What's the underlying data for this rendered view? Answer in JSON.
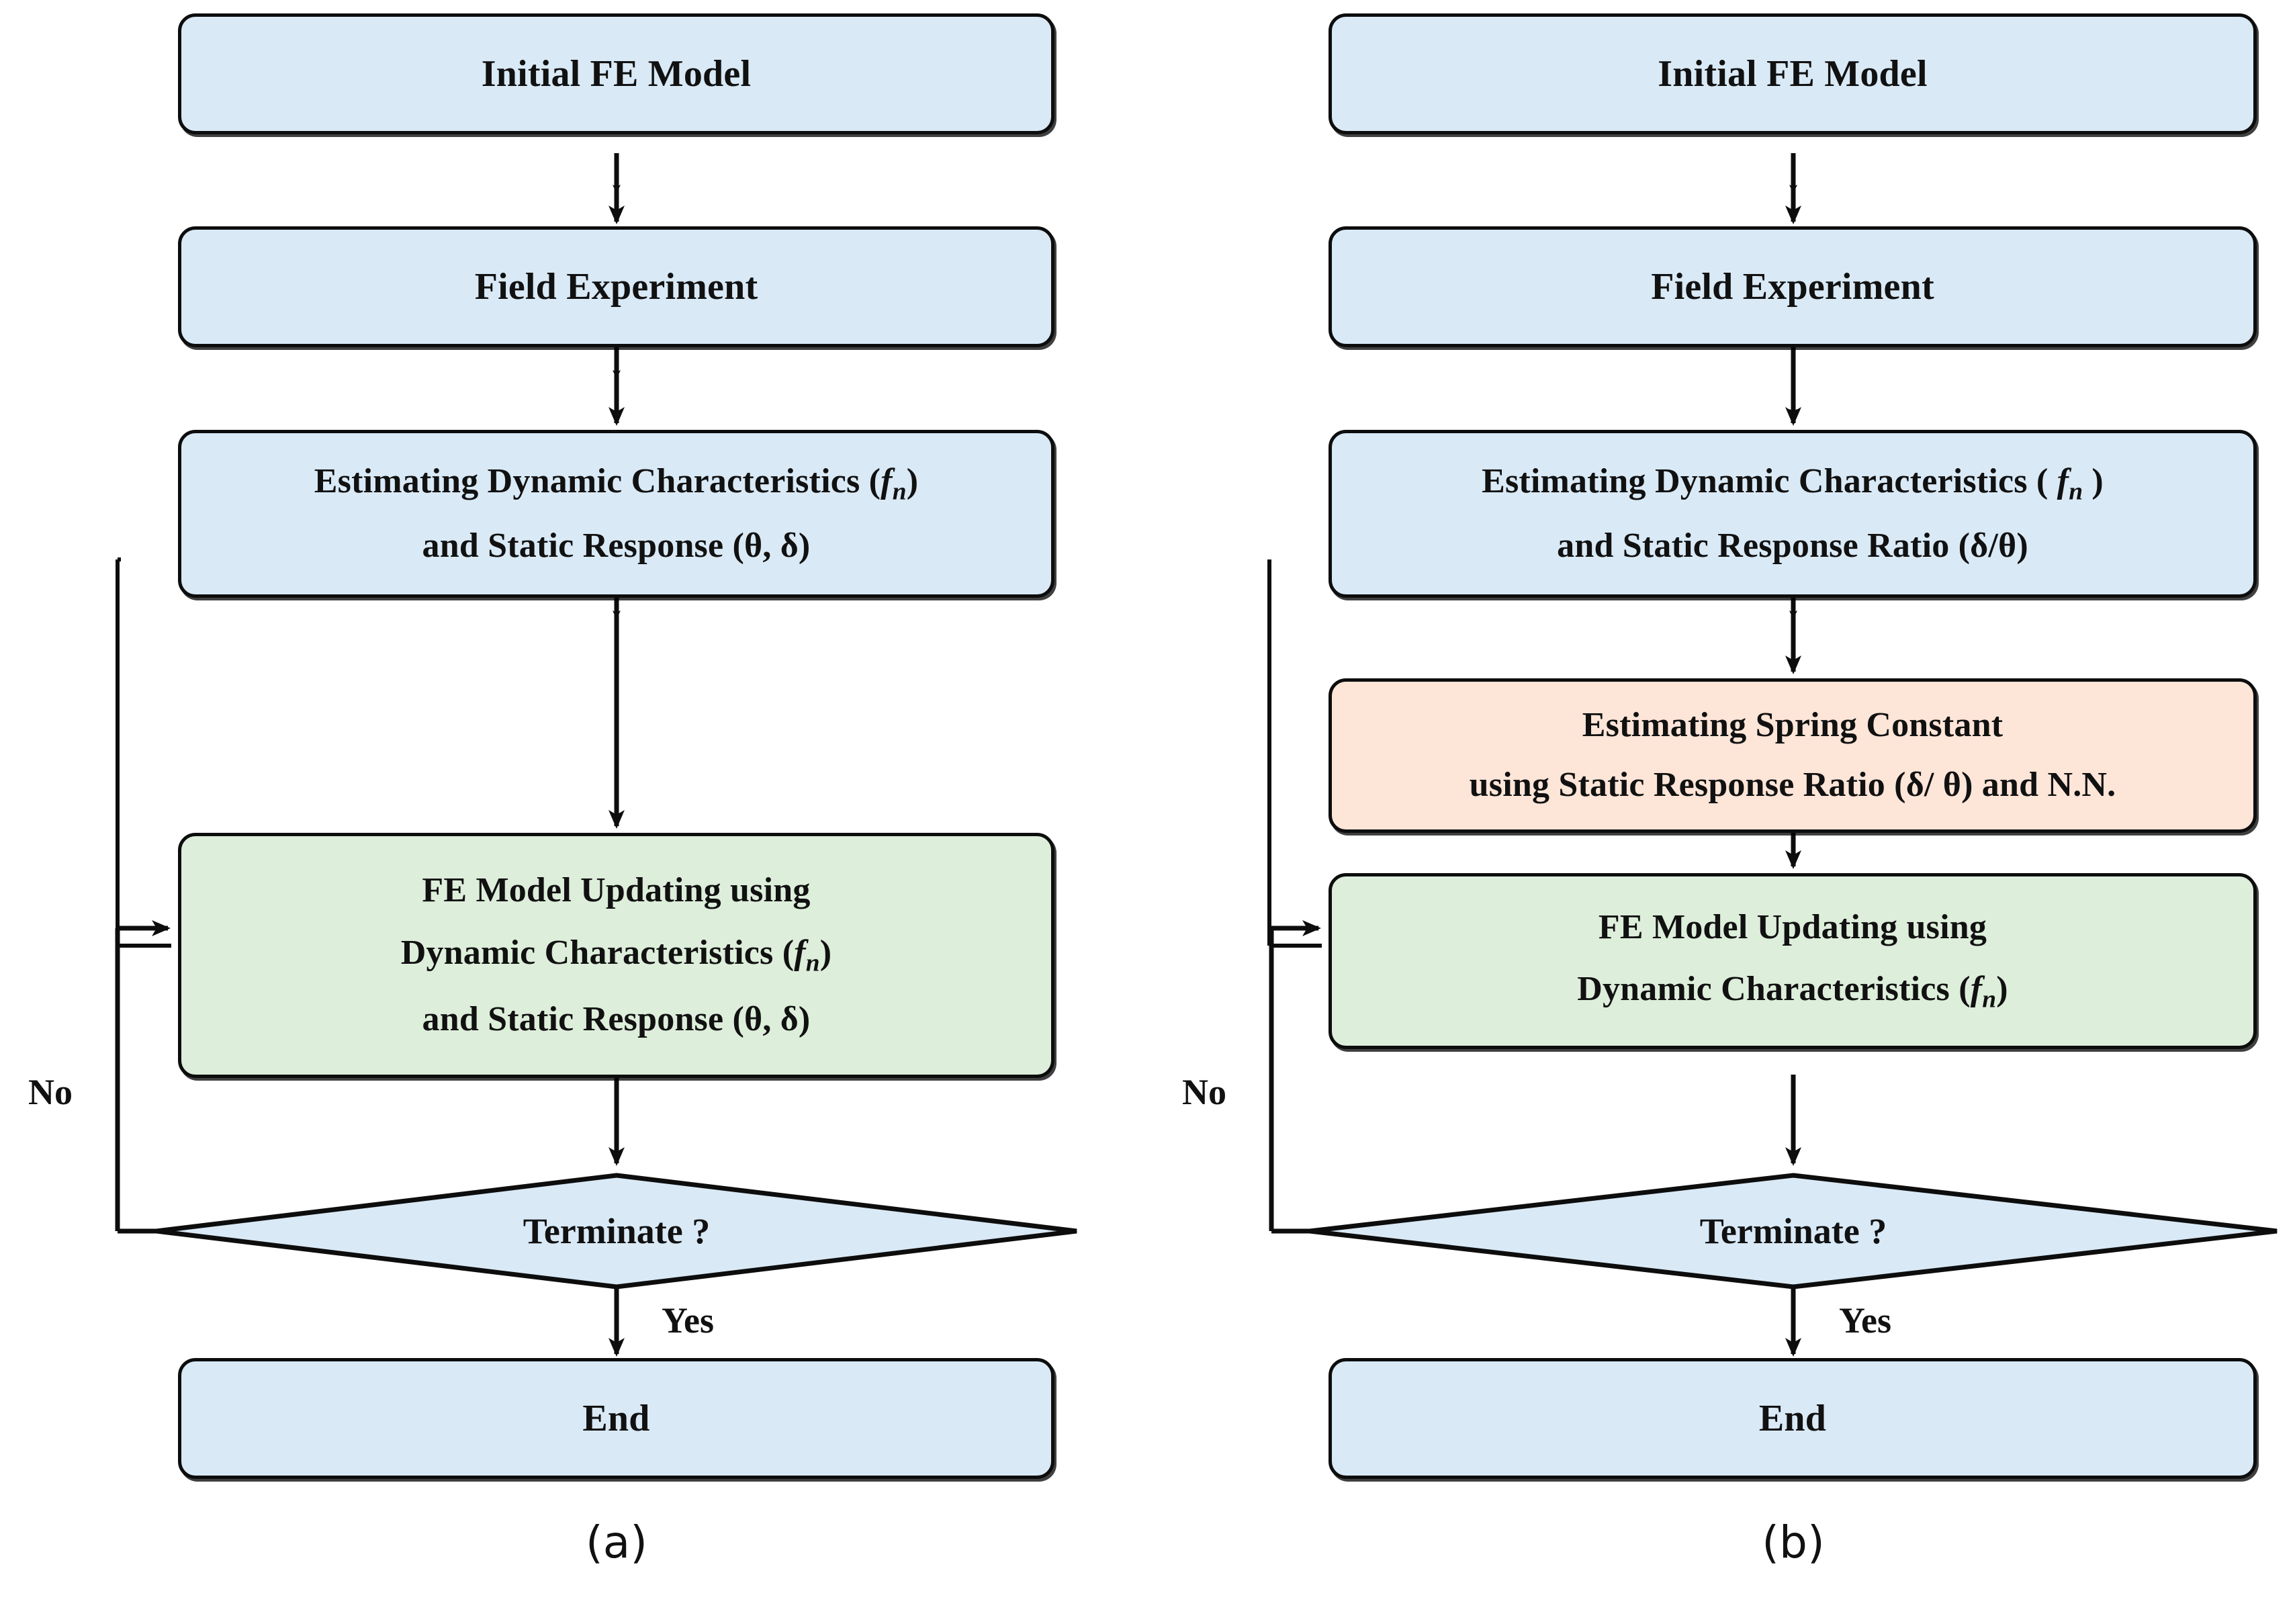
{
  "figure": {
    "type": "flowchart",
    "description": "Two side-by-side flowcharts comparing FE model updating procedures",
    "panels": [
      {
        "id": "a",
        "caption": "(a)",
        "nodes": [
          {
            "key": "initial_fe_model",
            "shape": "rounded-rect",
            "fill": "#d9e9f6",
            "lines": [
              "Initial FE Model"
            ]
          },
          {
            "key": "field_experiment",
            "shape": "rounded-rect",
            "fill": "#d9e9f6",
            "lines": [
              "Field Experiment"
            ]
          },
          {
            "key": "estimating_dynamic",
            "shape": "rounded-rect",
            "fill": "#d9e9f6",
            "lines": [
              "Estimating Dynamic Characteristics (f n)",
              "and Static Response (θ, δ)"
            ]
          },
          {
            "key": "fe_model_updating",
            "shape": "rounded-rect",
            "fill": "#ddeedb",
            "lines": [
              "FE Model Updating using",
              "Dynamic Characteristics (f n)",
              "and Static Response (θ, δ)"
            ]
          },
          {
            "key": "terminate",
            "shape": "diamond",
            "fill": "#d9e9f6",
            "lines": [
              "Terminate ?"
            ]
          },
          {
            "key": "end",
            "shape": "rounded-rect",
            "fill": "#d9e9f6",
            "lines": [
              "End"
            ]
          }
        ],
        "edge_labels": {
          "no": "No",
          "yes": "Yes"
        }
      },
      {
        "id": "b",
        "caption": "(b)",
        "nodes": [
          {
            "key": "initial_fe_model",
            "shape": "rounded-rect",
            "fill": "#d9e9f6",
            "lines": [
              "Initial FE Model"
            ]
          },
          {
            "key": "field_experiment",
            "shape": "rounded-rect",
            "fill": "#d9e9f6",
            "lines": [
              "Field Experiment"
            ]
          },
          {
            "key": "estimating_dynamic",
            "shape": "rounded-rect",
            "fill": "#d9e9f6",
            "lines": [
              "Estimating Dynamic Characteristics ( f n )",
              "and Static Response Ratio (δ/θ)"
            ]
          },
          {
            "key": "estimating_spring_constant",
            "shape": "rounded-rect",
            "fill": "#fde5d8",
            "lines": [
              "Estimating  Spring Constant",
              "using Static Response Ratio (δ/ θ) and N.N."
            ]
          },
          {
            "key": "fe_model_updating",
            "shape": "rounded-rect",
            "fill": "#ddeedb",
            "lines": [
              "FE Model Updating using",
              "Dynamic Characteristics (f n)"
            ]
          },
          {
            "key": "terminate",
            "shape": "diamond",
            "fill": "#d9e9f6",
            "lines": [
              "Terminate ?"
            ]
          },
          {
            "key": "end",
            "shape": "rounded-rect",
            "fill": "#d9e9f6",
            "lines": [
              "End"
            ]
          }
        ],
        "edge_labels": {
          "no": "No",
          "yes": "Yes"
        }
      }
    ]
  },
  "a": {
    "initial_fe_model": "Initial FE Model",
    "field_experiment": "Field Experiment",
    "estimating_l1_a": "Estimating Dynamic Characteristics (",
    "estimating_l1_f": "f",
    "estimating_l1_n": "n",
    "estimating_l1_b": ")",
    "estimating_l2": "and Static Response (θ, δ)",
    "updating_l1": "FE Model Updating using",
    "updating_l2_a": "Dynamic Characteristics (",
    "updating_l2_f": "f",
    "updating_l2_n": "n",
    "updating_l2_b": ")",
    "updating_l3": "and Static Response (θ, δ)",
    "terminate": "Terminate ?",
    "end": "End",
    "no": "No",
    "yes": "Yes",
    "caption": "(a)"
  },
  "b": {
    "initial_fe_model": "Initial FE Model",
    "field_experiment": "Field Experiment",
    "estimating_l1_a": "Estimating Dynamic Characteristics ( ",
    "estimating_l1_f": "f",
    "estimating_l1_n": "n",
    "estimating_l1_b": " )",
    "estimating_l2": "and Static Response Ratio (δ/θ)",
    "spring_l1": "Estimating  Spring Constant",
    "spring_l2": "using Static Response Ratio (δ/ θ) and N.N.",
    "updating_l1": "FE Model Updating using",
    "updating_l2_a": "Dynamic Characteristics (",
    "updating_l2_f": "f",
    "updating_l2_n": "n",
    "updating_l2_b": ")",
    "terminate": "Terminate ?",
    "end": "End",
    "no": "No",
    "yes": "Yes",
    "caption": "(b)"
  },
  "colors": {
    "blue_fill": "#d9e9f6",
    "green_fill": "#ddeedb",
    "orange_fill": "#fde5d8",
    "stroke": "#0d0d0d",
    "background": "#ffffff"
  }
}
